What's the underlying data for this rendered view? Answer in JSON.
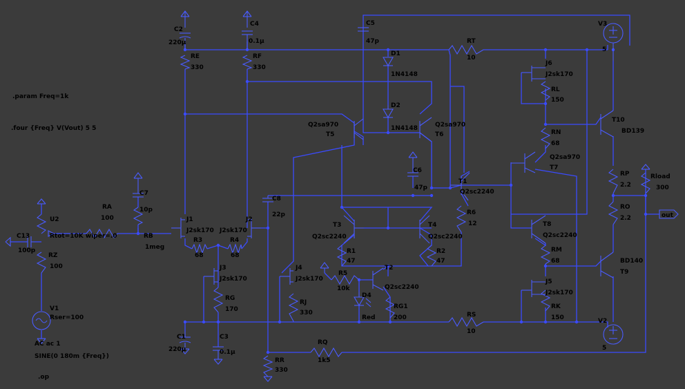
{
  "directives": [
    ".param Freq=1k",
    ".four {Freq} V(Vout) 5 5",
    ".op"
  ],
  "components": {
    "C2": {
      "name": "C2",
      "value": "220µ"
    },
    "C4": {
      "name": "C4",
      "value": "0.1µ"
    },
    "C5": {
      "name": "C5",
      "value": "47p"
    },
    "C6": {
      "name": "C6",
      "value": "47p"
    },
    "C7": {
      "name": "C7",
      "value": "10p"
    },
    "C8": {
      "name": "C8",
      "value": "22p"
    },
    "C1": {
      "name": "C1",
      "value": "220µ"
    },
    "C3": {
      "name": "C3",
      "value": "0.1µ"
    },
    "C13": {
      "name": "C13",
      "value": "100p"
    },
    "RE": {
      "name": "RE",
      "value": "330"
    },
    "RF": {
      "name": "RF",
      "value": "330"
    },
    "RT": {
      "name": "RT",
      "value": "10"
    },
    "RA": {
      "name": "RA",
      "value": "100"
    },
    "RB": {
      "name": "RB",
      "value": "1meg"
    },
    "RZ": {
      "name": "RZ",
      "value": "100"
    },
    "R3": {
      "name": "R3",
      "value": "68"
    },
    "R4": {
      "name": "R4",
      "value": "68"
    },
    "RG": {
      "name": "RG",
      "value": "170"
    },
    "RJ": {
      "name": "RJ",
      "value": "330"
    },
    "RR": {
      "name": "RR",
      "value": "330"
    },
    "RQ": {
      "name": "RQ",
      "value": "1k5"
    },
    "RS": {
      "name": "RS",
      "value": "10"
    },
    "R1": {
      "name": "R1",
      "value": "47"
    },
    "R2": {
      "name": "R2",
      "value": "47"
    },
    "R5": {
      "name": "R5",
      "value": "10k"
    },
    "R6": {
      "name": "R6",
      "value": "12"
    },
    "RG1": {
      "name": "RG1",
      "value": "200"
    },
    "RL": {
      "name": "RL",
      "value": "150"
    },
    "RN": {
      "name": "RN",
      "value": "68"
    },
    "RM": {
      "name": "RM",
      "value": "68"
    },
    "RK": {
      "name": "RK",
      "value": "150"
    },
    "RP": {
      "name": "RP",
      "value": "2.2"
    },
    "RO": {
      "name": "RO",
      "value": "2.2"
    },
    "Rload": {
      "name": "Rload",
      "value": "300"
    },
    "D1": {
      "name": "D1",
      "value": "1N4148"
    },
    "D2": {
      "name": "D2",
      "value": "1N4148"
    },
    "D4": {
      "name": "D4",
      "value": "Red"
    },
    "J1": {
      "name": "J1",
      "value": "J2sk170"
    },
    "J2": {
      "name": "J2",
      "value": "J2sk170"
    },
    "J3": {
      "name": "J3",
      "value": "J2sk170"
    },
    "J4": {
      "name": "J4",
      "value": "J2sk170"
    },
    "J5": {
      "name": "J5",
      "value": "J2sk170"
    },
    "J6": {
      "name": "J6",
      "value": "J2sk170"
    },
    "T1": {
      "name": "T1",
      "value": "Q2sc2240"
    },
    "T2": {
      "name": "T2",
      "value": "Q2sc2240"
    },
    "T3": {
      "name": "T3",
      "value": "Q2sc2240"
    },
    "T4": {
      "name": "T4",
      "value": "Q2sc2240"
    },
    "T5": {
      "name": "T5",
      "value": "Q2sa970"
    },
    "T6": {
      "name": "T6",
      "value": "Q2sa970"
    },
    "T7": {
      "name": "T7",
      "value": "Q2sa970"
    },
    "T8": {
      "name": "T8",
      "value": "Q2sc2240"
    },
    "T9": {
      "name": "T9",
      "value": "BD140"
    },
    "T10": {
      "name": "T10",
      "value": "BD139"
    },
    "U2": {
      "name": "U2",
      "value": "Rtot=10K wiper=.0"
    },
    "V1": {
      "name": "V1",
      "value": "Rser=100",
      "line1": "AC ac 1",
      "line2": "SINE(0 180m {Freq})"
    },
    "V2": {
      "name": "V2",
      "value": "5"
    },
    "V3": {
      "name": "V3",
      "value": "5"
    }
  },
  "net_labels": {
    "out": "out"
  }
}
